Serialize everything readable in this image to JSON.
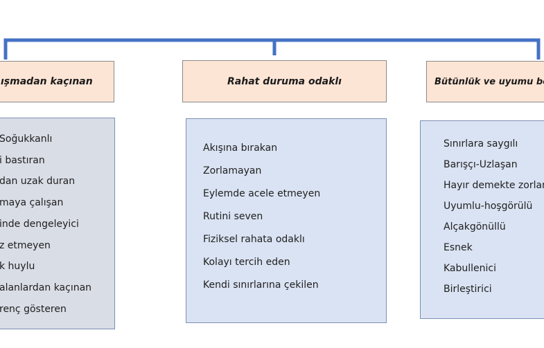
{
  "boxes": [
    {
      "title": "ışmadan kaçınan",
      "items": [
        "Soğukkanlı",
        "i bastıran",
        "dan uzak duran",
        "maya çalışan",
        "inde dengeleyici",
        "z etmeyen",
        "k huylu",
        " alanlardan kaçınan",
        "renç gösteren"
      ]
    },
    {
      "title": "Rahat duruma odaklı",
      "items": [
        "Akışına bırakan",
        "Zorlamayan",
        "Eylemde acele etmeyen",
        "Rutini seven",
        "Fiziksel rahata odaklı",
        "Kolayı tercih eden",
        "Kendi sınırlarına çekilen"
      ]
    },
    {
      "title": "Bütünlük ve uyumu bo",
      "items": [
        "Sınırlara saygılı",
        "Barışçı-Uzlaşan",
        "Hayır demekte zorlan",
        "Uyumlu-hoşgörülü",
        "Alçakgönüllü",
        "Esnek",
        "Kabullenici",
        "Birleştirici"
      ]
    }
  ],
  "colors": {
    "connector": "#4472c4",
    "title_fill": "#fde5d6",
    "list_fill_left": "#d9dde6",
    "list_fill": "#dae3f3"
  }
}
